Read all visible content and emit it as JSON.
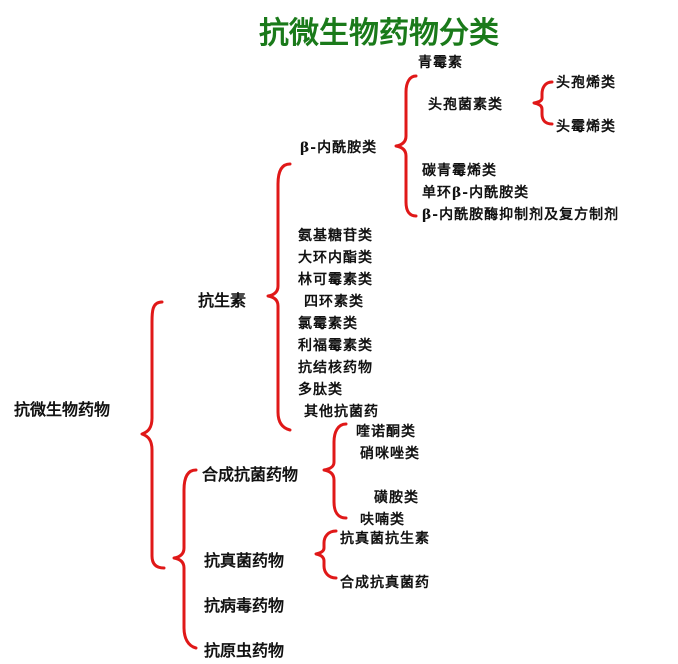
{
  "title": "抗微生物药物分类",
  "root": "抗微生物药物",
  "antibiotics": {
    "label": "抗生素",
    "beta_lactam": {
      "label": "β-内酰胺类",
      "penicillins": "青霉素",
      "cephalosporins": {
        "label": "头孢菌素类",
        "cephems": "头孢烯类",
        "cephamycins": "头霉烯类"
      },
      "carbapenems": "碳青霉烯类",
      "monobactams": "单环β-内酰胺类",
      "inhibitors": "β-内酰胺酶抑制剂及复方制剂"
    },
    "others": [
      "氨基糖苷类",
      "大环内酯类",
      "林可霉素类",
      "四环素类",
      "氯霉素类",
      "利福霉素类",
      "抗结核药物",
      "多肽类",
      "其他抗菌药"
    ]
  },
  "synthetic": {
    "label": "合成抗菌药物",
    "items": [
      "喹诺酮类",
      "硝咪唑类",
      "磺胺类",
      "呋喃类"
    ]
  },
  "antifungal": {
    "label": "抗真菌药物",
    "items": [
      "抗真菌抗生素",
      "合成抗真菌药"
    ]
  },
  "antiviral": {
    "label": "抗病毒药物"
  },
  "antiprotozoal": {
    "label": "抗原虫药物"
  }
}
